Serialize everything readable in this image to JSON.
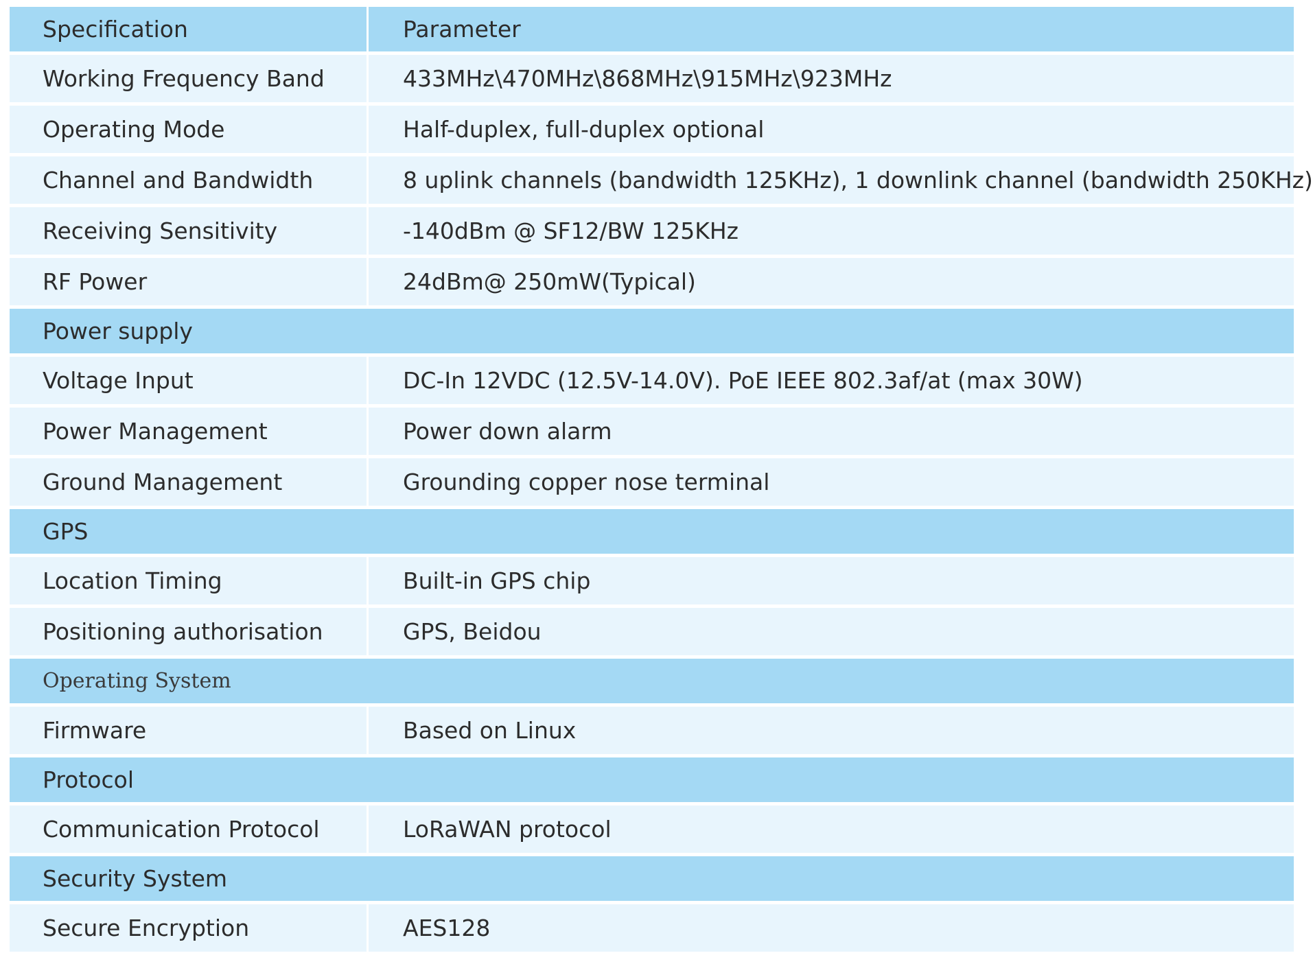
{
  "header": {
    "specification_label": "Specification",
    "parameter_label": "Parameter"
  },
  "rows": [
    {
      "type": "data",
      "spec": "Working Frequency Band",
      "param": "433MHz\\470MHz\\868MHz\\915MHz\\923MHz"
    },
    {
      "type": "data",
      "spec": "Operating Mode",
      "param": "Half-duplex, full-duplex optional"
    },
    {
      "type": "data",
      "spec": "Channel and Bandwidth",
      "param": "8 uplink channels (bandwidth 125KHz), 1 downlink channel (bandwidth 250KHz)"
    },
    {
      "type": "data",
      "spec": "Receiving Sensitivity",
      "param": "-140dBm @ SF12/BW 125KHz"
    },
    {
      "type": "data",
      "spec": "RF Power",
      "param": "24dBm@ 250mW(Typical)"
    },
    {
      "type": "section",
      "spec": "Power supply"
    },
    {
      "type": "data",
      "spec": "Voltage Input",
      "param": "DC-In 12VDC (12.5V-14.0V). PoE IEEE 802.3af/at (max 30W)"
    },
    {
      "type": "data",
      "spec": "Power Management",
      "param": "Power down alarm"
    },
    {
      "type": "data",
      "spec": "Ground Management",
      "param": "Grounding copper nose terminal"
    },
    {
      "type": "section",
      "spec": "GPS"
    },
    {
      "type": "data",
      "spec": "Location Timing",
      "param": "Built-in GPS chip"
    },
    {
      "type": "data",
      "spec": "Positioning authorisation",
      "param": "GPS, Beidou"
    },
    {
      "type": "section",
      "spec": "Operating System",
      "style": "mono"
    },
    {
      "type": "data",
      "spec": "Firmware",
      "param": "Based on Linux"
    },
    {
      "type": "section",
      "spec": "Protocol"
    },
    {
      "type": "data",
      "spec": "Communication Protocol",
      "param": "LoRaWAN protocol"
    },
    {
      "type": "section",
      "spec": "Security System"
    },
    {
      "type": "data",
      "spec": "Secure Encryption",
      "param": "AES128"
    }
  ],
  "colors": {
    "header_bg": "#a4d9f4",
    "row_bg": "#e8f5fd",
    "text": "#2c2c2c"
  }
}
